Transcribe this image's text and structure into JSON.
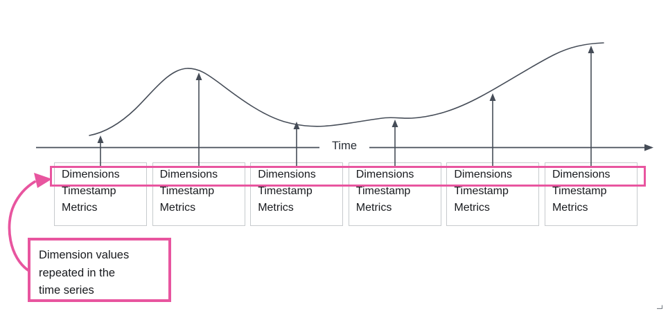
{
  "axis": {
    "label": "Time"
  },
  "records": [
    {
      "dimensions": "Dimensions",
      "timestamp": "Timestamp",
      "metrics": "Metrics"
    },
    {
      "dimensions": "Dimensions",
      "timestamp": "Timestamp",
      "metrics": "Metrics"
    },
    {
      "dimensions": "Dimensions",
      "timestamp": "Timestamp",
      "metrics": "Metrics"
    },
    {
      "dimensions": "Dimensions",
      "timestamp": "Timestamp",
      "metrics": "Metrics"
    },
    {
      "dimensions": "Dimensions",
      "timestamp": "Timestamp",
      "metrics": "Metrics"
    },
    {
      "dimensions": "Dimensions",
      "timestamp": "Timestamp",
      "metrics": "Metrics"
    }
  ],
  "callout": {
    "line1": "Dimension values",
    "line2": "repeated in the",
    "line3": "time series"
  },
  "colors": {
    "highlight_pink": "#e8559f",
    "line_gray": "#454c57",
    "box_border_gray": "#c6cacd",
    "text_dark": "#17191d"
  }
}
